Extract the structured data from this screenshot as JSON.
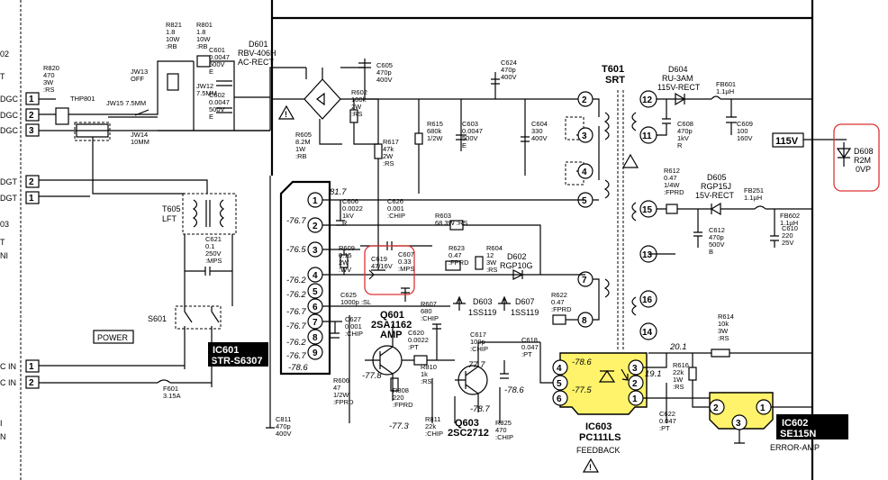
{
  "blocks": {
    "t601": {
      "ref": "T601",
      "name": "SRT"
    },
    "t605": {
      "ref": "T605",
      "name": "LFT"
    },
    "ic601": {
      "ref": "IC601",
      "part": "STR-S6307"
    },
    "ic603": {
      "ref": "IC603",
      "part": "PC111LS",
      "caption": "FEEDBACK"
    },
    "ic602": {
      "ref": "IC602",
      "part": "SE115N",
      "caption": "ERROR-AMP"
    },
    "q601": {
      "ref": "Q601",
      "part": "2SA1162",
      "caption": "AMP"
    },
    "q603": {
      "ref": "Q603",
      "part": "2SC2712"
    },
    "d601": {
      "ref": "D601",
      "part": "RBV-406H",
      "caption": "AC-RECT"
    },
    "d604": {
      "ref": "D604",
      "part": "RU-3AM",
      "caption": "115V-RECT"
    },
    "d605": {
      "ref": "D605",
      "part": "RGP15J",
      "caption": "15V-RECT"
    },
    "d602": {
      "ref": "D602",
      "part": "RGP10G"
    },
    "d603": {
      "ref": "D603",
      "part": "1SS119"
    },
    "d607": {
      "ref": "D607",
      "part": "1SS119"
    },
    "d608": {
      "ref": "D608",
      "part": "R2M",
      "rating": "0VP"
    },
    "s601": {
      "ref": "S601"
    },
    "power": {
      "label": "POWER"
    },
    "output_115": {
      "label": "115V"
    }
  },
  "connectors": {
    "left_labels": [
      "02",
      "T",
      "DGC",
      "DGC",
      "DGC",
      "DGT",
      "DGT",
      "03",
      "T",
      "NI",
      "C IN",
      "C IN",
      "I",
      "N"
    ],
    "pins": [
      "1",
      "2",
      "3",
      "2",
      "1",
      "1",
      "2"
    ]
  },
  "ic601_pins": [
    "1",
    "2",
    "3",
    "4",
    "5",
    "6",
    "7",
    "8",
    "9"
  ],
  "ic601_voltages": [
    "81.7",
    "-76.7",
    "-76.5",
    "-76.2",
    "-76.2",
    "-76.7",
    "-76.7",
    "-76.2",
    "-76.7",
    "-78.6"
  ],
  "t601_pins": [
    "2",
    "3",
    "4",
    "5",
    "7",
    "8",
    "12",
    "11",
    "15",
    "13",
    "16",
    "14"
  ],
  "ic603_pins": [
    "4",
    "5",
    "6",
    "3",
    "2",
    "1"
  ],
  "ic602_pins": [
    "2",
    "3",
    "1"
  ],
  "node_voltages": [
    "-78.6",
    "-77.5",
    "-77.8",
    "-77.3",
    "-78.7",
    "-78.6",
    "77.7",
    "19.1",
    "20.1"
  ],
  "components": [
    "R820\n470\n3W\n:RS",
    "THP801",
    "JW15 7.5MM",
    "JW14\n10MM",
    "JW13\nOFF",
    "JW12\n7.5MM",
    "R821\n1.8\n10W\n:RB",
    "R801\n1.8\n10W\n:RB",
    "C601\n0.0047\n500V\nE",
    "C602\n0.0047\n500V\nE",
    "C605\n470p\n400V",
    "R605\n8.2M\n1W\n:RB",
    "R602\n100k\n2W\n:RS",
    "R617\n47k\n2W\n:RS",
    "R615\n680k\n1/2W",
    "C603\n0.0047\n500V\nE",
    "C624\n470p\n400V",
    "C604\n330\n400V",
    "C608\n470p\n1kV\nR",
    "C609\n100\n160V",
    "FB601\n1.1µH",
    "R612\n0.47\n1/4W\n:FPRD",
    "C612\n470p\n500V\nB",
    "FB251\n1.1µH",
    "C610\n220\n25V",
    "FB602\n1.1µH",
    "C606\n0.0022\n1kV\nR",
    "C626\n0.001\n:CHIP",
    "R603\n68 3W :RS",
    "R609\n0.15\n2W\n:WV",
    "C619\n47/16V",
    "C607\n0.33\n:MPS",
    "R623\n0.47\n:FPRD",
    "R604\n12\n3W\n:RS",
    "C625\n1000p :SL",
    "C621\n0.1\n250V\n:MPS",
    "C627\n0.001\n:CHIP",
    "R607\n680\n:CHIP",
    "C620\n0.0022\n:PT",
    "C617\n100p\n:CHIP",
    "C618\n0.047\n:PT",
    "R622\n0.47\n:FPRD",
    "R614\n10k\n3W\n:RS",
    "R616\n22k\n1W\n:RS",
    "C622\n0.047\n:PT",
    "R606\n47\n1/2W\n:FPRD",
    "R808\n220\n:FPRD",
    "R810\n1k\n:RS",
    "R811\n22k\n:CHIP",
    "R825\n470\n:CHIP",
    "C811\n470p\n400V",
    "F601\n3.15A"
  ]
}
